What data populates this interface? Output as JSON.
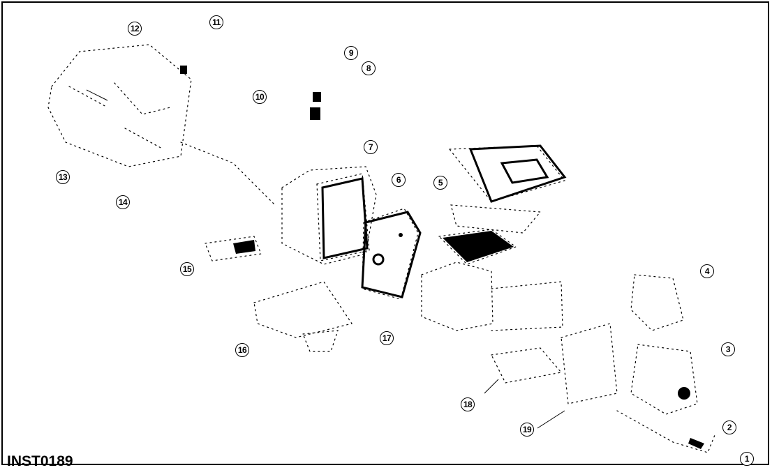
{
  "figure_id": "INST0189",
  "callouts": [
    "1",
    "2",
    "3",
    "4",
    "5",
    "6",
    "7",
    "8",
    "9",
    "10",
    "11",
    "12",
    "13",
    "14",
    "15",
    "16",
    "17",
    "18",
    "19"
  ],
  "colors": {
    "ink": "#000000",
    "paper": "#ffffff"
  }
}
